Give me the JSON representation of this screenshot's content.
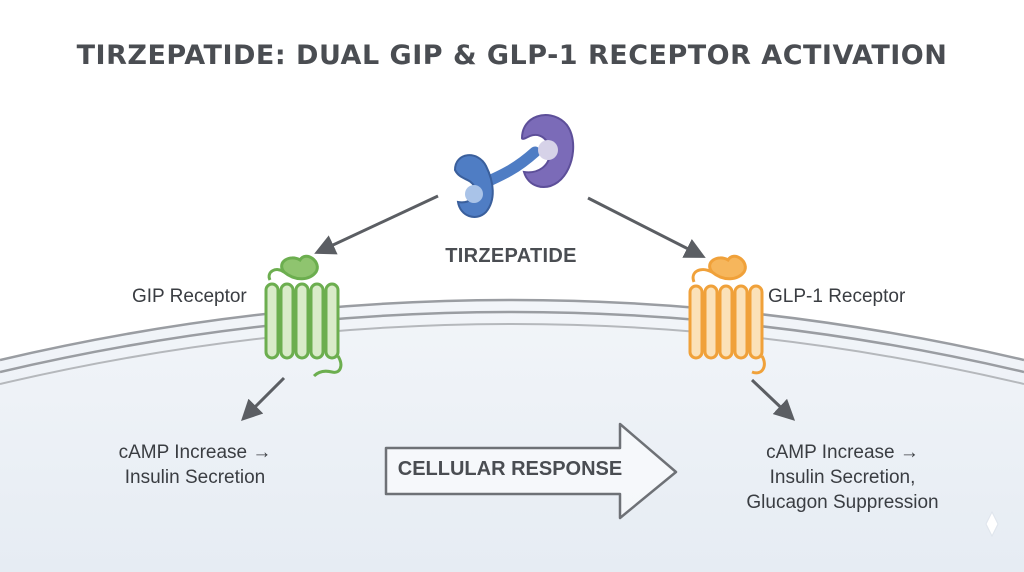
{
  "title": "TIRZEPATIDE: DUAL GIP & GLP-1 RECEPTOR ACTIVATION",
  "drug": {
    "label": "TIRZEPATIDE"
  },
  "receptors": {
    "gip": {
      "label": "GIP Receptor",
      "color": "#6cae4f"
    },
    "glp1": {
      "label": "GLP-1 Receptor",
      "color": "#f0a13a"
    }
  },
  "outcomes": {
    "left": {
      "line1": "cAMP Increase →",
      "line2": "Insulin Secretion"
    },
    "right": {
      "line1": "cAMP Increase →",
      "line2": "Insulin Secretion,",
      "line3": "Glucagon Suppression"
    }
  },
  "response": {
    "label": "CELLULAR RESPONSE"
  },
  "colors": {
    "molecule_blue": "#4f7dc4",
    "molecule_purple": "#7b6bb8",
    "arrow": "#5b5e63",
    "membrane": "#9a9da2",
    "cell_interior": "#edf2f7"
  }
}
